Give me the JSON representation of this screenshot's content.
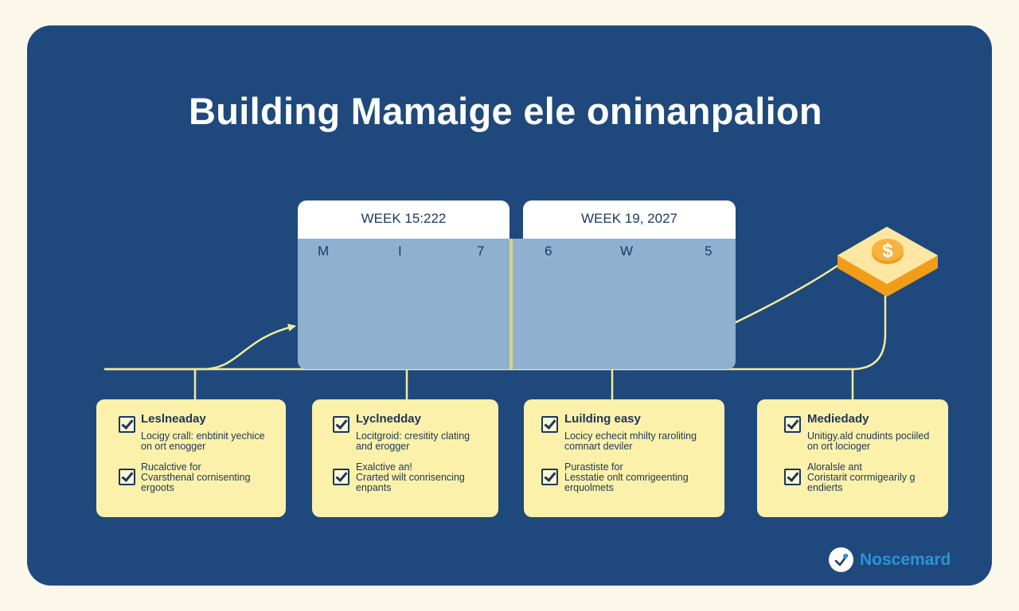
{
  "title": "Building Mamaige ele oninanpalion",
  "weeks": [
    {
      "header": "WEEK 15:222",
      "days": [
        "M",
        "I",
        "7"
      ]
    },
    {
      "header": "WEEK 19, 2027",
      "days": [
        "6",
        "W",
        "5"
      ]
    }
  ],
  "coin_badge": {
    "symbol": "$"
  },
  "cards": [
    {
      "title": "Leslneaday",
      "desc": [
        "Locigy crall: enbtinit yechice",
        "on ort enogger"
      ],
      "sub": [
        "Rucalctive for",
        "Cvarsthenal cornisenting",
        "ergoots"
      ]
    },
    {
      "title": "Lyclnedday",
      "desc": [
        "Locitgroid: cresitity clating",
        "and erogger"
      ],
      "sub": [
        "Exalctive an!",
        "Crarted wilt conrisencing",
        "enpants"
      ]
    },
    {
      "title": "Luilding easy",
      "desc": [
        "Locicy echecit mhilty raroliting",
        "comnart deviler"
      ],
      "sub": [
        "Purastiste for",
        "Lesstatie onlt comrigeenting",
        "erquolmets"
      ]
    },
    {
      "title": "Mediedady",
      "desc": [
        "Unitigy.ald cnudints pociiled",
        "on ort locioger"
      ],
      "sub": [
        "Aloralsle ant",
        "Coristarit corrmigearily g",
        "endierts"
      ]
    }
  ],
  "brand": {
    "name": "Noscemard"
  },
  "colors": {
    "background": "#fbf8ea",
    "panel": "#1f497c",
    "connector": "#f3eb9c",
    "card": "#fbf1aa",
    "week_body": "#8fb0cf",
    "coin": "#f7a21b",
    "brand_accent": "#2a93d8"
  }
}
